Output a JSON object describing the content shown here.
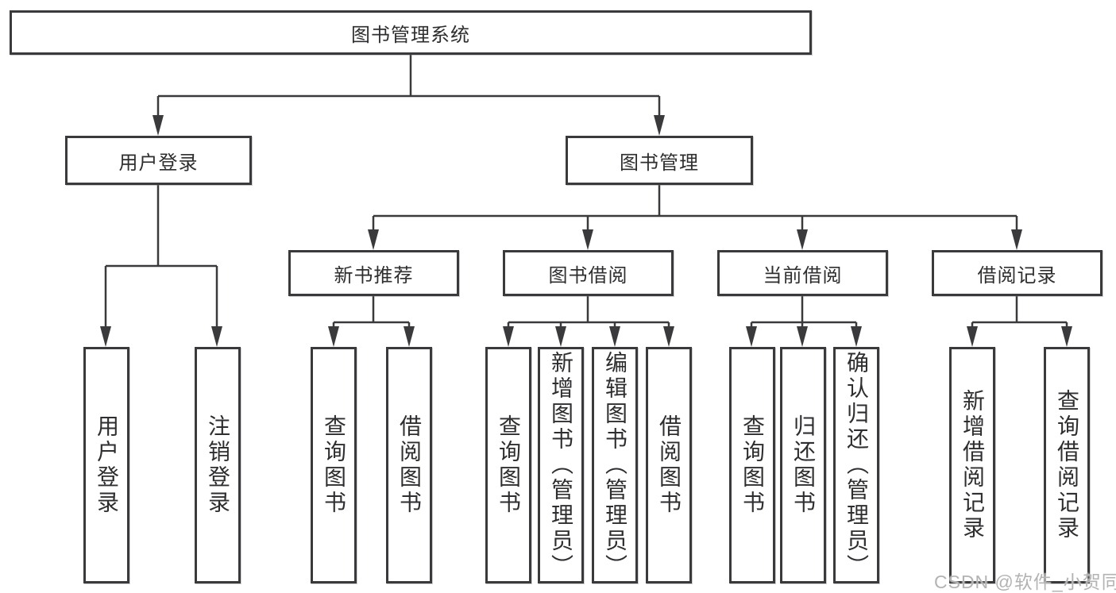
{
  "diagram": {
    "root": {
      "label": "图书管理系统"
    },
    "branches": [
      {
        "label": "用户登录",
        "children": [
          {
            "label": "用户登录"
          },
          {
            "label": "注销登录"
          }
        ]
      },
      {
        "label": "图书管理",
        "sections": [
          {
            "label": "新书推荐",
            "children": [
              {
                "label": "查询图书"
              },
              {
                "label": "借阅图书"
              }
            ]
          },
          {
            "label": "图书借阅",
            "children": [
              {
                "label": "查询图书"
              },
              {
                "label": "新增图书（管理员）"
              },
              {
                "label": "编辑图书（管理员）"
              },
              {
                "label": "借阅图书"
              }
            ]
          },
          {
            "label": "当前借阅",
            "children": [
              {
                "label": "查询图书"
              },
              {
                "label": "归还图书"
              },
              {
                "label": "确认归还（管理员）"
              }
            ]
          },
          {
            "label": "借阅记录",
            "children": [
              {
                "label": "新增借阅记录"
              },
              {
                "label": "查询借阅记录"
              }
            ]
          }
        ]
      }
    ]
  },
  "watermark": {
    "text": "CSDN @软件_小贺同学"
  },
  "colors": {
    "line": "#3a3a3c",
    "text": "#2e2e30",
    "box_background": "#ffffff",
    "watermark": "#b3b3b3"
  }
}
